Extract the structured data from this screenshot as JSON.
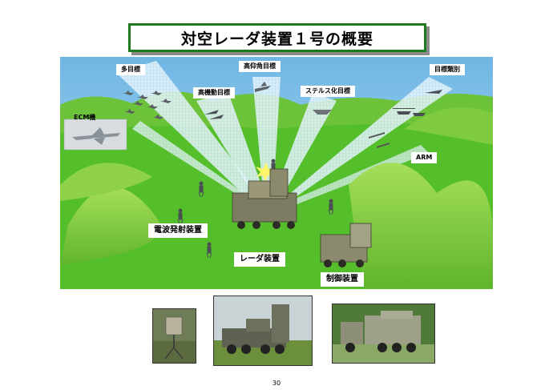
{
  "title": "対空レーダ装置１号の概要",
  "page_number": "30",
  "scene": {
    "labels": {
      "multi_target": "多目標",
      "high_elevation_target": "高仰角目標",
      "target_classification": "目標類別",
      "high_maneuver_target": "高機動目標",
      "stealth_target": "ステルス化目標",
      "ecm_aircraft": "ECM機",
      "arm": "ARM",
      "jamming_device": "電波発射装置",
      "radar_unit": "レーダ装置",
      "control_unit": "制御装置"
    }
  },
  "colors": {
    "title_border": "#1f7a1f",
    "sky": "#8cc8ea",
    "grass": "#55c22e",
    "hills": "#8fd24a",
    "beam": "#d8eef8"
  }
}
